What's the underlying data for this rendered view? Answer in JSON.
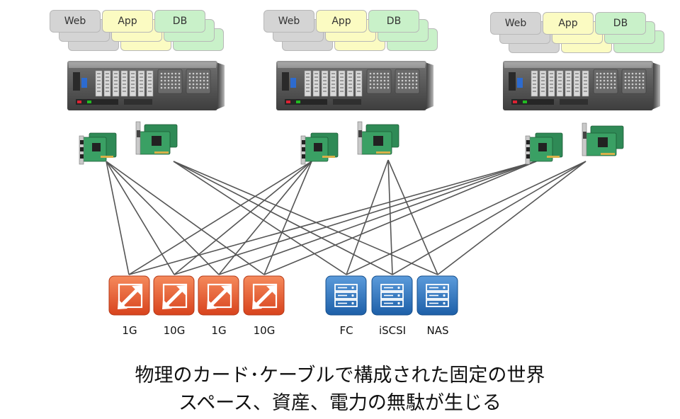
{
  "vm_roles": {
    "web": "Web",
    "app": "App",
    "db": "DB"
  },
  "network_ports": [
    "1G",
    "10G",
    "1G",
    "10G"
  ],
  "storage_ports": [
    "FC",
    "iSCSI",
    "NAS"
  ],
  "caption": {
    "line1": "物理のカード･ケーブルで構成された固定の世界",
    "line2": "スペース、資産、電力の無駄が生じる"
  },
  "colors": {
    "network": "#e8522a",
    "storage": "#2f78c0",
    "cable": "#555555",
    "server": "#5a5a5a"
  },
  "icons": {
    "network": "network-port-icon",
    "storage": "storage-server-icon"
  }
}
